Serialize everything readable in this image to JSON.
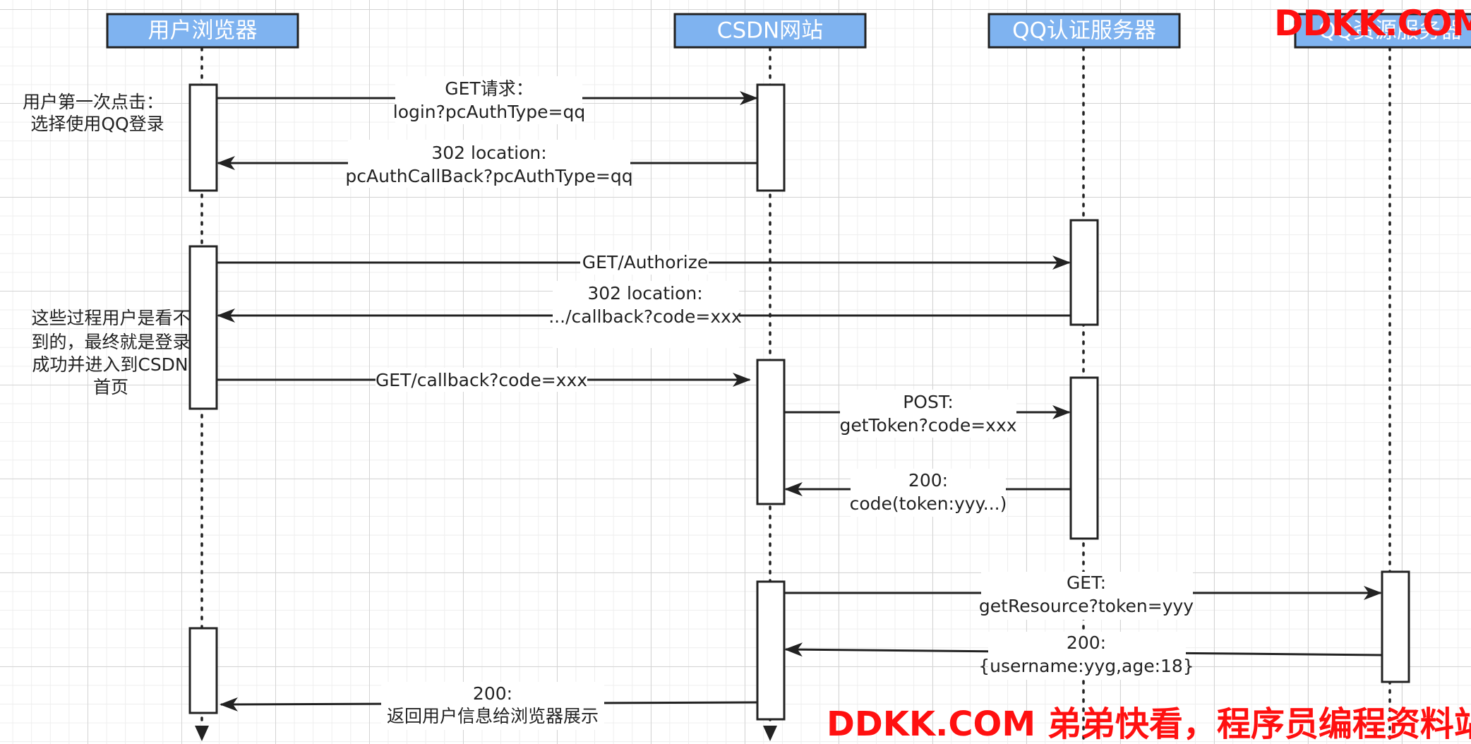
{
  "actors": [
    {
      "id": "browser",
      "label": "用户浏览器"
    },
    {
      "id": "csdn",
      "label": "CSDN网站"
    },
    {
      "id": "auth",
      "label": "QQ认证服务器"
    },
    {
      "id": "resource",
      "label": "QQ资源服务器"
    }
  ],
  "messages": [
    {
      "id": "m1",
      "lines": [
        "GET请求：",
        "login?pcAuthType=qq"
      ]
    },
    {
      "id": "m2",
      "lines": [
        "302 location:",
        "pcAuthCallBack?pcAuthType=qq"
      ]
    },
    {
      "id": "m3",
      "lines": [
        "GET/Authorize"
      ]
    },
    {
      "id": "m4",
      "lines": [
        "302 location:",
        ".../callback?code=xxx"
      ]
    },
    {
      "id": "m5",
      "lines": [
        "GET/callback?code=xxx"
      ]
    },
    {
      "id": "m6",
      "lines": [
        "POST:",
        "getToken?code=xxx"
      ]
    },
    {
      "id": "m7",
      "lines": [
        "200:",
        "code(token:yyy...)"
      ]
    },
    {
      "id": "m8",
      "lines": [
        "GET:",
        "getResource?token=yyy"
      ]
    },
    {
      "id": "m9",
      "lines": [
        "200:",
        "{username:yyg,age:18}"
      ]
    },
    {
      "id": "m10",
      "lines": [
        "200:",
        "返回用户信息给浏览器展示"
      ]
    }
  ],
  "notes": [
    {
      "id": "n1",
      "lines": [
        "用户第一次点击：",
        "选择使用QQ登录"
      ]
    },
    {
      "id": "n2",
      "lines": [
        "这些过程用户是看不",
        "到的，最终就是登录",
        "成功并进入到CSDN",
        "首页"
      ]
    }
  ],
  "watermarks": {
    "top": "DDKK.COM",
    "bottom": "DDKK.COM 弟弟快看，程序员编程资料站"
  }
}
